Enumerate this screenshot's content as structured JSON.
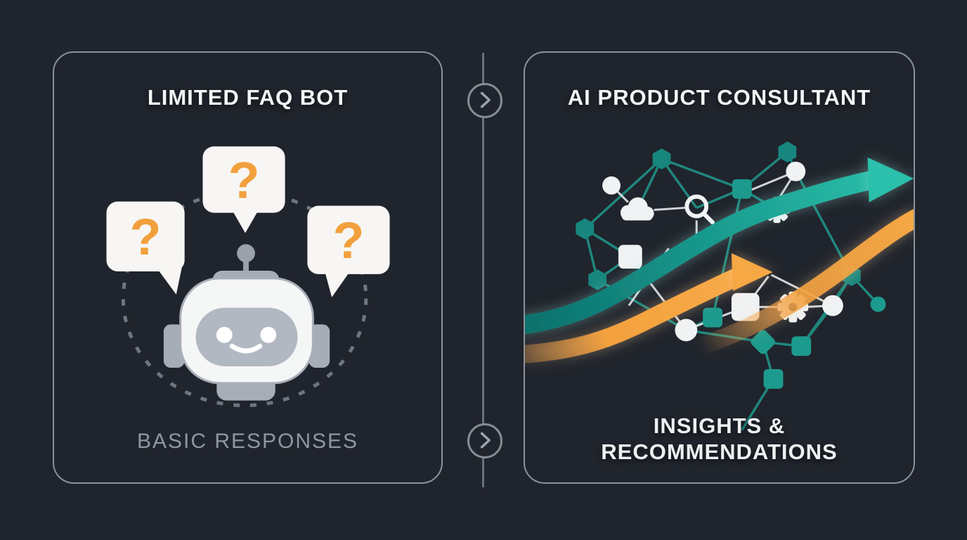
{
  "left_panel": {
    "title": "LIMITED FAQ BOT",
    "caption": "BASIC RESPONSES",
    "question_marks": [
      "?",
      "?",
      "?"
    ],
    "icons": [
      "speech-bubble-icon",
      "question-mark",
      "robot-icon",
      "dashed-loop"
    ]
  },
  "right_panel": {
    "title": "AI PRODUCT CONSULTANT",
    "caption_lines": [
      "INSIGHTS &",
      "RECOMMENDATIONS"
    ],
    "icons": [
      "neural-network",
      "cloud-icon",
      "search-icon",
      "gear-icon",
      "trend-arrow-teal-icon",
      "trend-arrow-orange-icon"
    ]
  },
  "divider": {
    "icons": [
      "chevron-right-icon",
      "chevron-right-icon"
    ]
  },
  "colors": {
    "background": "#20242c",
    "panel_border": "#8b929b",
    "title_text": "#f2f4f5",
    "muted_text": "#9097a0",
    "accent_teal": "#1a9e91",
    "accent_orange": "#f4a13e",
    "bubble_white": "#f7f6f4",
    "robot_gray": "#b2b8c1"
  }
}
